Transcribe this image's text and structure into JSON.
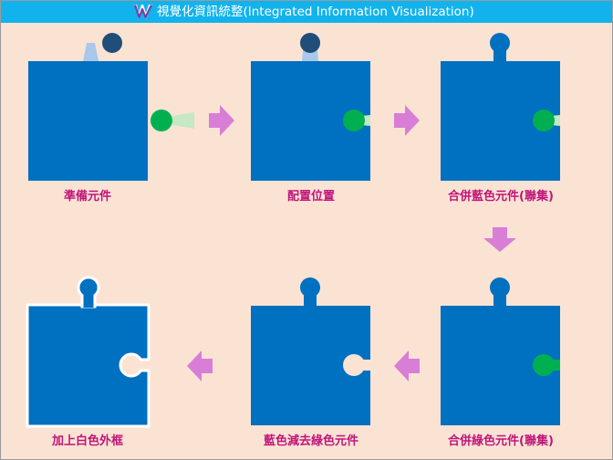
{
  "header": {
    "title": "視覺化資訊統整(Integrated Information Visualization)",
    "logo_icon": "purple-w-logo-icon"
  },
  "colors": {
    "header_bg": "#12b3ec",
    "page_bg": "#fbe3d4",
    "piece_blue": "#0070c0",
    "knob_dark_blue": "#1f4e79",
    "piece_green": "#00b050",
    "caption_magenta": "#c0147a",
    "arrow_pink": "#d97ed6",
    "outline_white": "#ffffff"
  },
  "steps": [
    {
      "caption": "準備元件"
    },
    {
      "caption": "配置位置"
    },
    {
      "caption": "合併藍色元件(聯集)"
    },
    {
      "caption": "合併綠色元件(聯集)"
    },
    {
      "caption": "藍色減去綠色元件"
    },
    {
      "caption": "加上白色外框"
    }
  ],
  "arrows": [
    "arrow-right-icon",
    "arrow-right-icon",
    "arrow-down-icon",
    "arrow-left-icon",
    "arrow-left-icon"
  ]
}
